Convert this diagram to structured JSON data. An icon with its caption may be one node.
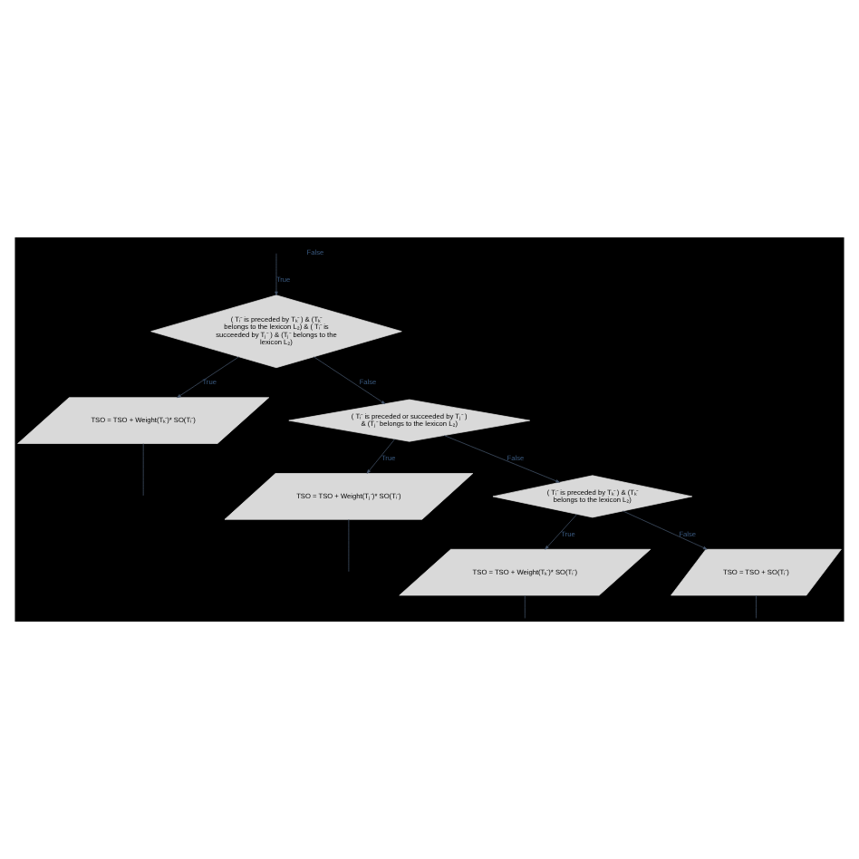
{
  "diagram": {
    "nodes": [
      {
        "text": [
          "( Tᵢ⁻ is preceded by Tₖ⁻ ) & (Tₖ⁻ belongs to the lexicon L₂) & ( Tᵢ⁻ is succeeded by Tⱼ⁻ ) & (Tⱼ⁻ belongs to the lexicon L₂)"
        ]
      },
      {
        "text": [
          "TSO = TSO + Weight(Tₖ⁻)* SO(Tᵢ⁻)"
        ]
      },
      {
        "text": [
          "( Tᵢ⁻ is preceded or succeeded by Tⱼ⁻ ) & (Tⱼ⁻ belongs to the lexicon L₂)"
        ]
      },
      {
        "text": [
          "TSO = TSO + Weight(Tⱼ⁻)* SO(Tᵢ⁻)"
        ]
      },
      {
        "text": [
          "( Tᵢ⁻ is preceded by Tₖ⁻ ) & (Tₖ⁻ belongs to the lexicon L₂)"
        ]
      },
      {
        "text": [
          "TSO = TSO + Weight(Tₖ⁻)* SO(Tᵢ⁻)"
        ]
      },
      {
        "text": [
          "TSO = TSO + SO(Tᵢ⁻)"
        ]
      }
    ],
    "edges": [
      {
        "from": null,
        "to": 0,
        "arrow": "to",
        "label": "True"
      },
      {
        "from": 0,
        "to": 1,
        "arrow": "to",
        "label": "True"
      },
      {
        "from": 0,
        "to": 2,
        "arrow": "to",
        "label": "False"
      },
      {
        "from": 2,
        "to": 3,
        "arrow": "to",
        "label": "True"
      },
      {
        "from": 2,
        "to": 4,
        "arrow": "to",
        "label": "False"
      },
      {
        "from": 4,
        "to": 5,
        "arrow": "to",
        "label": "True"
      },
      {
        "from": 4,
        "to": 6,
        "arrow": "to",
        "label": "False"
      },
      {
        "from": 1,
        "to": null,
        "arrow": "none"
      },
      {
        "from": 3,
        "to": null,
        "arrow": "none"
      },
      {
        "from": 5,
        "to": null,
        "arrow": "none"
      },
      {
        "from": 6,
        "to": null,
        "arrow": "none"
      }
    ],
    "labels": [
      "False"
    ]
  }
}
